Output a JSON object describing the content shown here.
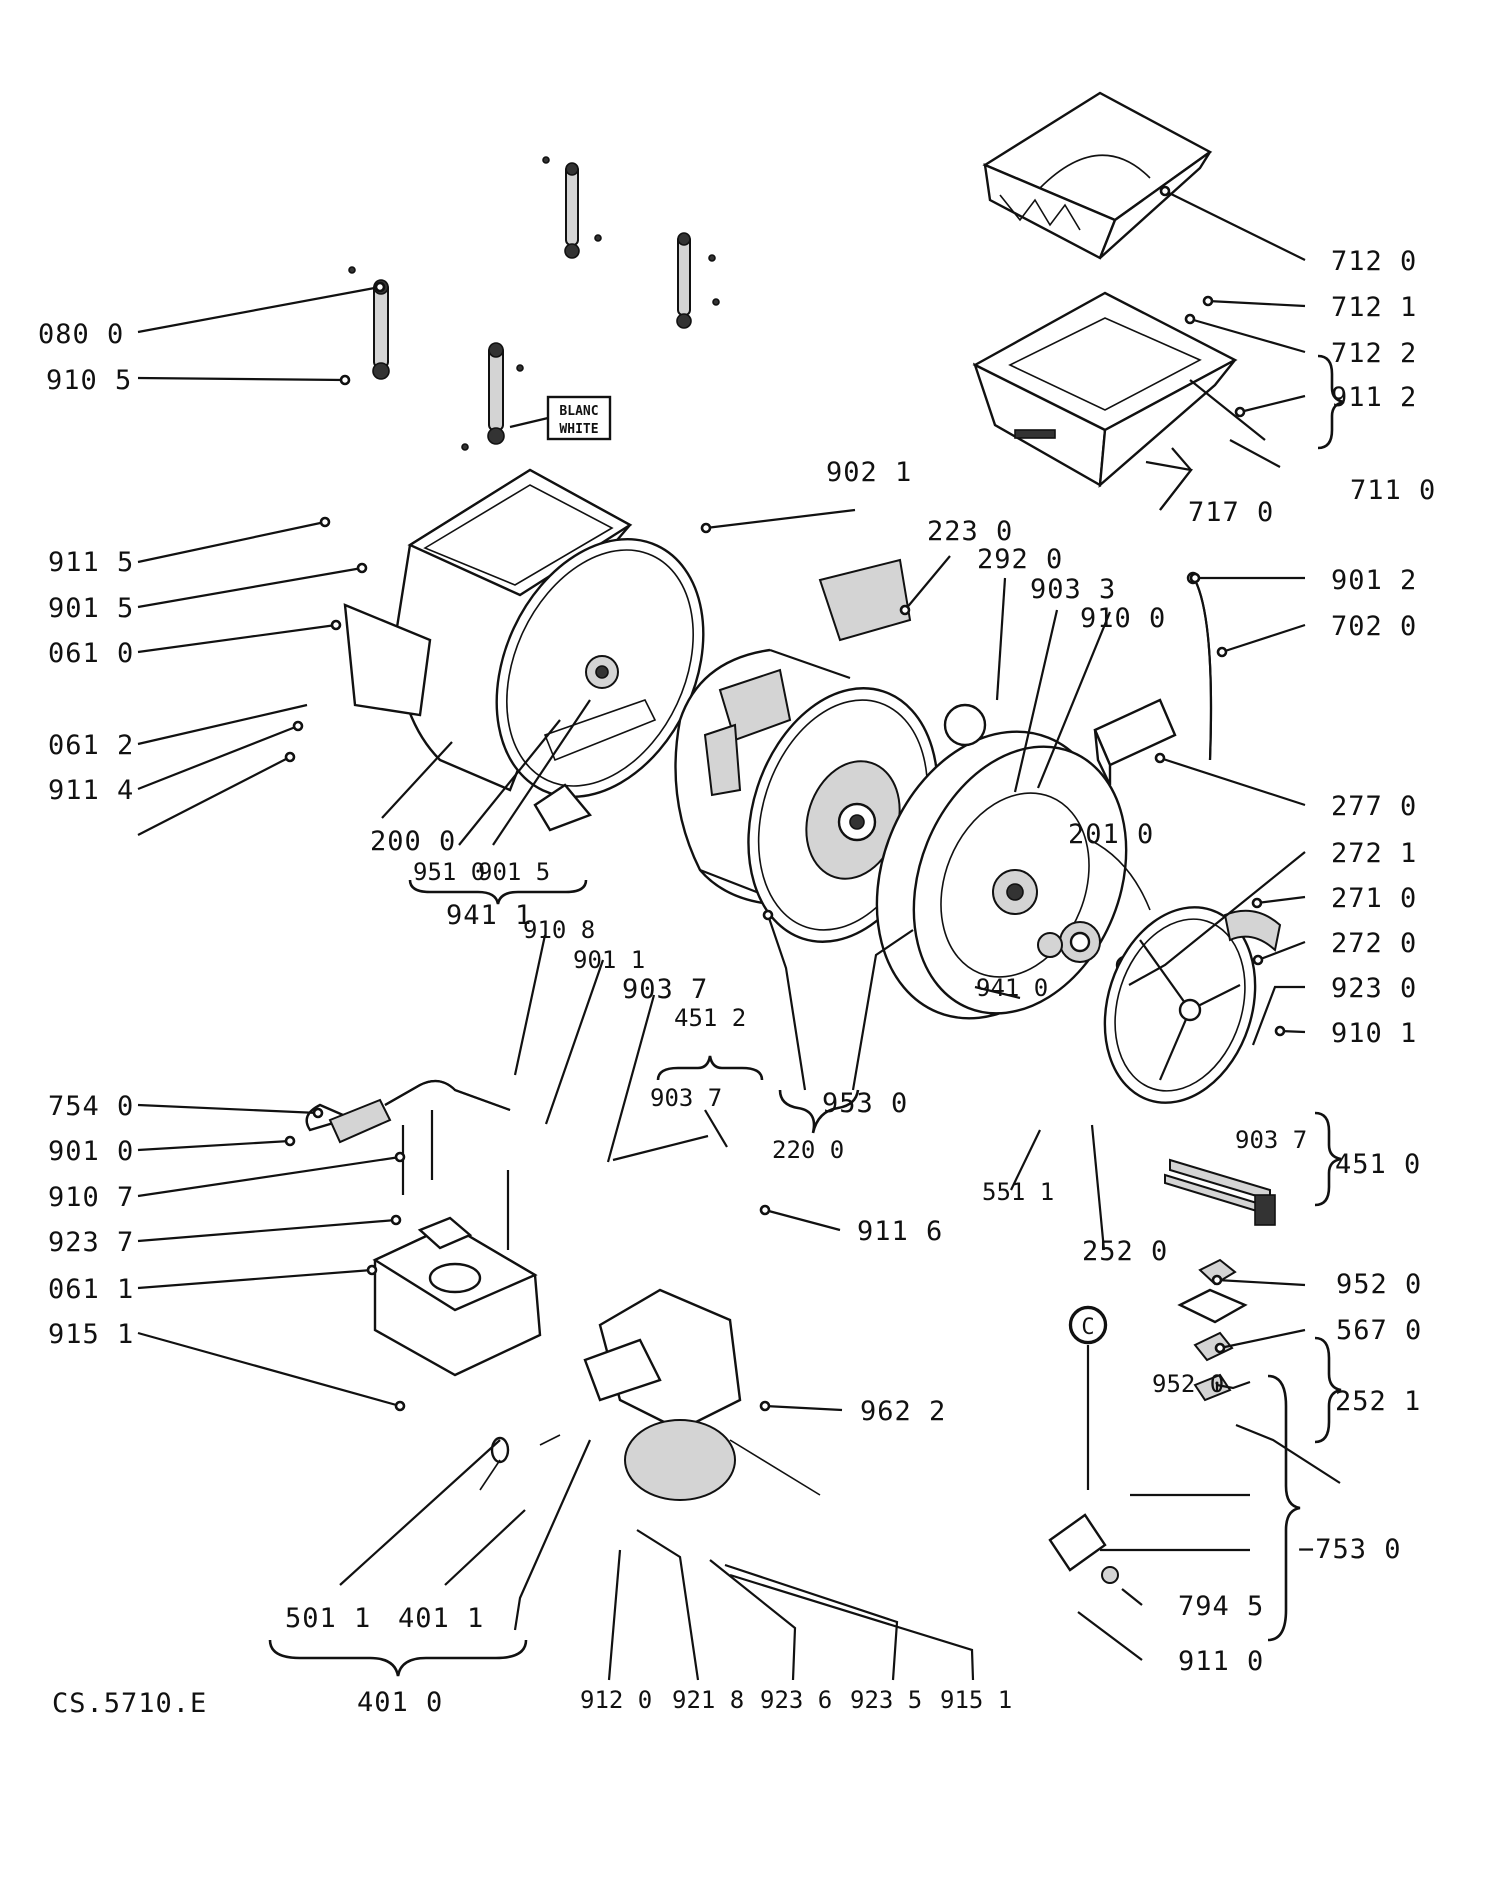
{
  "document_code": "CS.5710.E",
  "badge": {
    "line1": "BLANC",
    "line2": "WHITE"
  },
  "circle_marker": "C",
  "labels": {
    "p0800": "080 0",
    "p9105": "910 5",
    "p9115": "911 5",
    "p9015a": "901 5",
    "p0610": "061 0",
    "p0612": "061 2",
    "p9114": "911 4",
    "p2000": "200 0",
    "p9510": "951 0",
    "p9015b": "901 5",
    "p9411": "941 1",
    "p9021": "902 1",
    "p2230": "223 0",
    "p2920": "292 0",
    "p9033": "903 3",
    "p9100": "910 0",
    "p9012": "901 2",
    "p7020": "702 0",
    "p7120": "712 0",
    "p7121": "712 1",
    "p7122": "712 2",
    "p9112": "911 2",
    "p7110": "711 0",
    "p7170": "717 0",
    "p2770": "277 0",
    "p2010": "201 0",
    "p2721": "272 1",
    "p2710": "271 0",
    "p2720": "272 0",
    "p9230": "923 0",
    "p9101": "910 1",
    "p9410": "941 0",
    "p9530": "953 0",
    "p2200": "220 0",
    "p9108": "910 8",
    "p9011": "901 1",
    "p9037a": "903 7",
    "p4512": "451 2",
    "p9037b": "903 7",
    "p9116": "911 6",
    "p5511": "551 1",
    "p2520": "252 0",
    "p9037c": "903 7",
    "p4510": "451 0",
    "p7540": "754 0",
    "p9010": "901 0",
    "p9107": "910 7",
    "p9237": "923 7",
    "p0611": "061 1",
    "p9151a": "915 1",
    "p9622": "962 2",
    "p9520a": "952 0",
    "p5670": "567 0",
    "p9520b": "952 0",
    "p2521": "252 1",
    "p7530": "−753 0",
    "p7945": "794 5",
    "p9110": "911 0",
    "p5011": "501 1",
    "p4011": "401 1",
    "p4010": "401 0",
    "p9120": "912 0",
    "p9218": "921 8",
    "p9236": "923 6",
    "p9235": "923 5",
    "p9151b": "915 1"
  }
}
